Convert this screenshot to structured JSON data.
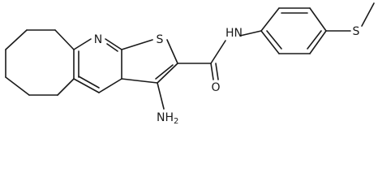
{
  "molecule": {
    "atoms": {
      "pyridine_n": "N",
      "thiophene_s": "S",
      "amide_o": "O",
      "amide_nh": {
        "symbol": "N",
        "h": "H"
      },
      "amino": {
        "symbol": "NH",
        "subscript": "2"
      },
      "thioether_s": "S"
    }
  }
}
